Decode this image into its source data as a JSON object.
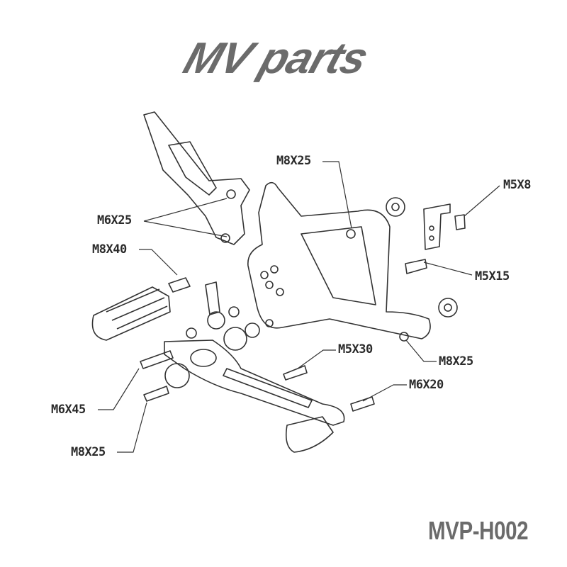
{
  "logo": {
    "text": "MV parts",
    "color": "#6b6b6b"
  },
  "model_code": "MVP-H002",
  "labels": {
    "bolt_m8x25_top": "M8X25",
    "bolt_m5x8": "M5X8",
    "bolt_m6x25": "M6X25",
    "bolt_m8x40": "M8X40",
    "bolt_m5x15": "M5X15",
    "bolt_m5x30": "M5X30",
    "bolt_m8x25_right": "M8X25",
    "bolt_m6x20": "M6X20",
    "bolt_m6x45": "M6X45",
    "bolt_m8x25_bottom": "M8X25"
  },
  "colors": {
    "line": "#2b2b2b",
    "text": "#2b2b2b"
  }
}
